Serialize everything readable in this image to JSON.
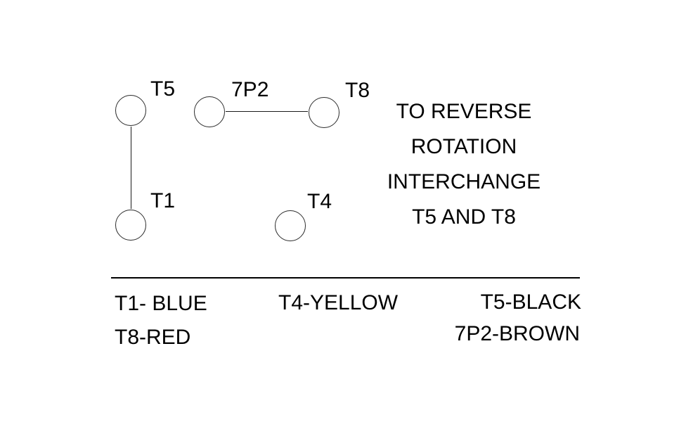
{
  "diagram": {
    "terminals": [
      {
        "id": "T5",
        "label": "T5"
      },
      {
        "id": "7P2",
        "label": "7P2"
      },
      {
        "id": "T8",
        "label": "T8"
      },
      {
        "id": "T1",
        "label": "T1"
      },
      {
        "id": "T4",
        "label": "T4"
      }
    ],
    "connections": [
      {
        "from": "T5",
        "to": "T1"
      },
      {
        "from": "7P2",
        "to": "T8"
      }
    ],
    "note_lines": [
      "TO REVERSE",
      "ROTATION",
      "INTERCHANGE",
      "T5 AND T8"
    ]
  },
  "legend": {
    "items": [
      {
        "terminal": "T1",
        "color": "BLUE",
        "text": "T1- BLUE"
      },
      {
        "terminal": "T4",
        "color": "YELLOW",
        "text": "T4-YELLOW"
      },
      {
        "terminal": "T5",
        "color": "BLACK",
        "text": "T5-BLACK"
      },
      {
        "terminal": "T8",
        "color": "RED",
        "text": "T8-RED"
      },
      {
        "terminal": "7P2",
        "color": "BROWN",
        "text": "7P2-BROWN"
      }
    ]
  },
  "colors": {
    "ink": "#000000",
    "background": "#ffffff"
  }
}
